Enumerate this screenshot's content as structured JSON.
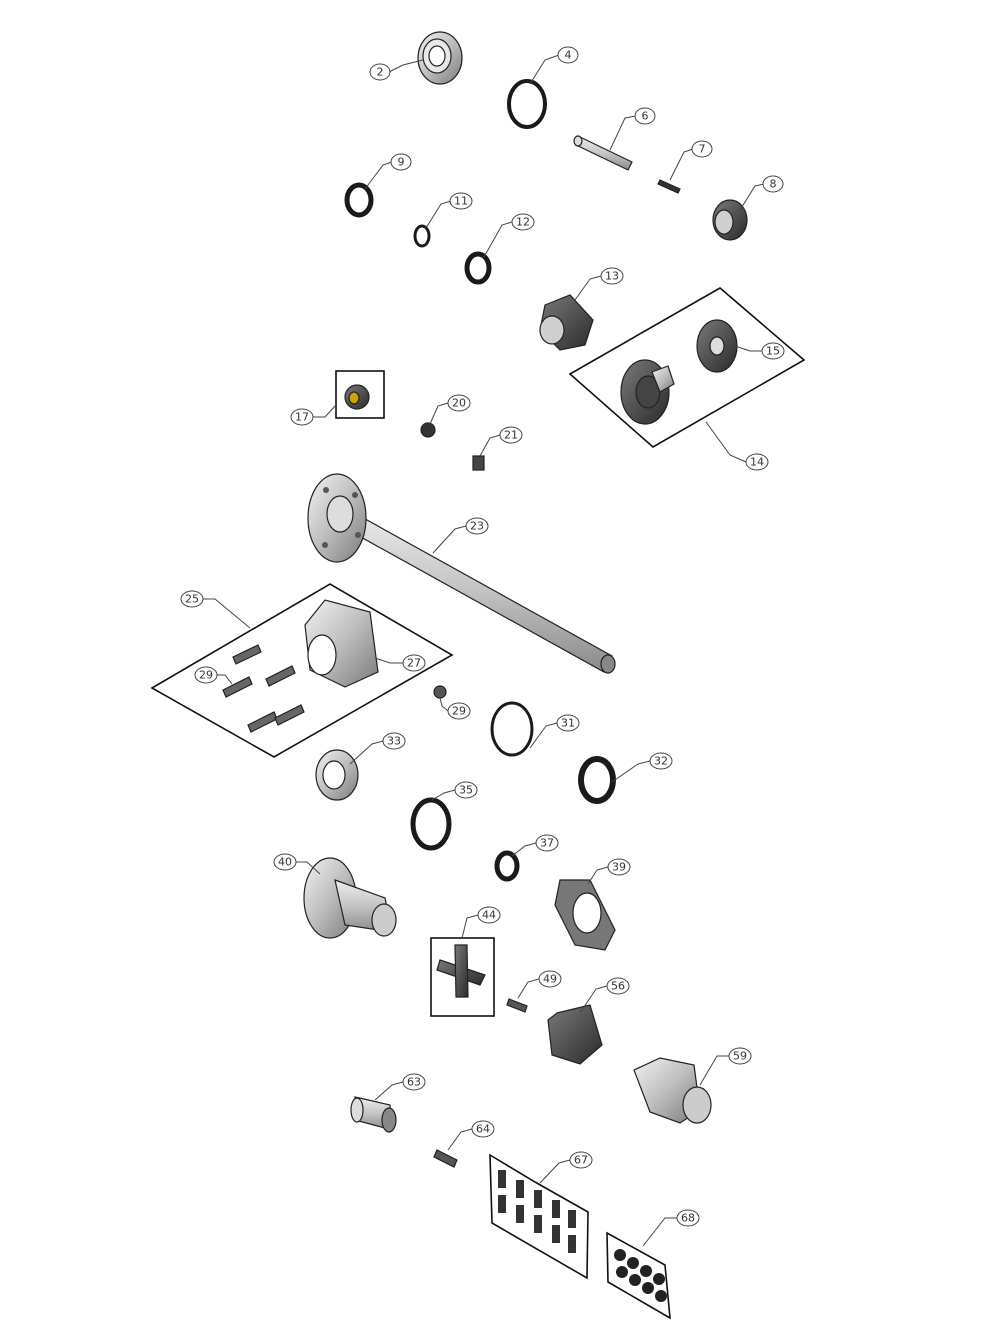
{
  "callouts": [
    {
      "id": "p2",
      "label": "2"
    },
    {
      "id": "p4",
      "label": "4"
    },
    {
      "id": "p6",
      "label": "6"
    },
    {
      "id": "p7",
      "label": "7"
    },
    {
      "id": "p8",
      "label": "8"
    },
    {
      "id": "p9",
      "label": "9"
    },
    {
      "id": "p11",
      "label": "11"
    },
    {
      "id": "p12",
      "label": "12"
    },
    {
      "id": "p13",
      "label": "13"
    },
    {
      "id": "p15",
      "label": "15"
    },
    {
      "id": "p14",
      "label": "14"
    },
    {
      "id": "p17",
      "label": "17"
    },
    {
      "id": "p20",
      "label": "20"
    },
    {
      "id": "p21",
      "label": "21"
    },
    {
      "id": "p23",
      "label": "23"
    },
    {
      "id": "p25",
      "label": "25"
    },
    {
      "id": "p27",
      "label": "27"
    },
    {
      "id": "p29a",
      "label": "29"
    },
    {
      "id": "p29b",
      "label": "29"
    },
    {
      "id": "p31",
      "label": "31"
    },
    {
      "id": "p32",
      "label": "32"
    },
    {
      "id": "p33",
      "label": "33"
    },
    {
      "id": "p35",
      "label": "35"
    },
    {
      "id": "p37",
      "label": "37"
    },
    {
      "id": "p39",
      "label": "39"
    },
    {
      "id": "p40",
      "label": "40"
    },
    {
      "id": "p44",
      "label": "44"
    },
    {
      "id": "p49",
      "label": "49"
    },
    {
      "id": "p56",
      "label": "56"
    },
    {
      "id": "p59",
      "label": "59"
    },
    {
      "id": "p63",
      "label": "63"
    },
    {
      "id": "p64",
      "label": "64"
    },
    {
      "id": "p67",
      "label": "67"
    },
    {
      "id": "p68",
      "label": "68"
    }
  ]
}
